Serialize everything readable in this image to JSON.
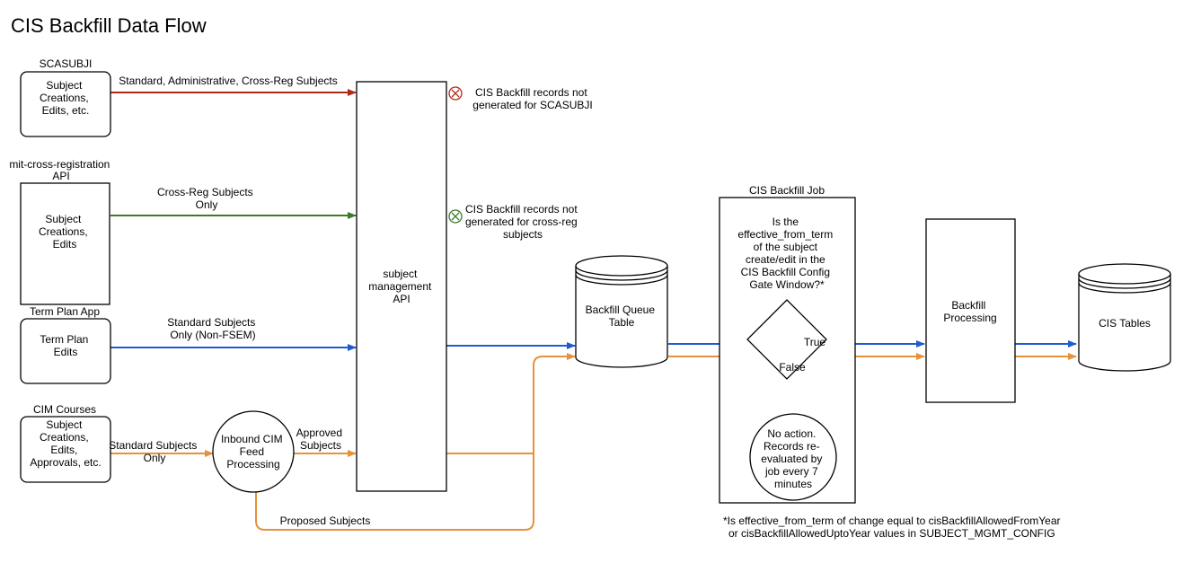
{
  "title": "CIS Backfill Data Flow",
  "colors": {
    "red": "#b0291a",
    "green": "#3d7a26",
    "blue": "#1f5bd1",
    "orange": "#e5923a",
    "black": "#000000"
  },
  "sources": {
    "scasubji": {
      "header": "SCASUBJI",
      "lines": [
        "Subject",
        "Creations,",
        "Edits, etc."
      ]
    },
    "mitcross": {
      "header_lines": [
        "mit-cross-registration",
        "API"
      ],
      "lines": [
        "Subject",
        "Creations,",
        "Edits"
      ]
    },
    "termplan": {
      "header": "Term Plan App",
      "lines": [
        "Term Plan",
        "Edits"
      ]
    },
    "cim": {
      "header": "CIM Courses",
      "lines": [
        "Subject",
        "Creations,",
        "Edits,",
        "Approvals, etc."
      ]
    }
  },
  "inbound": {
    "lines": [
      "Inbound CIM",
      "Feed",
      "Processing"
    ]
  },
  "api": {
    "lines": [
      "subject",
      "management",
      "API"
    ]
  },
  "queue": {
    "lines": [
      "Backfill Queue",
      "Table"
    ]
  },
  "job": {
    "header": "CIS Backfill Job",
    "question": [
      "Is the",
      "effective_from_term",
      "of the subject",
      "create/edit in the",
      "CIS Backfill Config",
      "Gate Window?*"
    ],
    "true_label": "True",
    "false_label": "False",
    "no_action": [
      "No action.",
      "Records re-",
      "evaluated by",
      "job every 7",
      "minutes"
    ]
  },
  "processing": {
    "lines": [
      "Backfill",
      "Processing"
    ]
  },
  "cis_tables": {
    "lines": [
      "CIS Tables"
    ]
  },
  "edge_labels": {
    "scasubji": [
      "Standard, Administrative, Cross-Reg Subjects"
    ],
    "mitcross": [
      "Cross-Reg Subjects",
      "Only"
    ],
    "termplan": [
      "Standard Subjects",
      "Only  (Non-FSEM)"
    ],
    "cim": [
      "Standard Subjects",
      "Only"
    ],
    "approved": [
      "Approved",
      "Subjects"
    ],
    "proposed": [
      "Proposed Subjects"
    ]
  },
  "notes": {
    "scasubji": [
      "CIS Backfill records not",
      "generated for SCASUBJI"
    ],
    "crossreg": [
      "CIS Backfill records not",
      "generated for cross-reg",
      "subjects"
    ]
  },
  "footnote": [
    "*Is effective_from_term of change equal to cisBackfillAllowedFromYear",
    "or cisBackfillAllowedUptoYear values in SUBJECT_MGMT_CONFIG"
  ]
}
